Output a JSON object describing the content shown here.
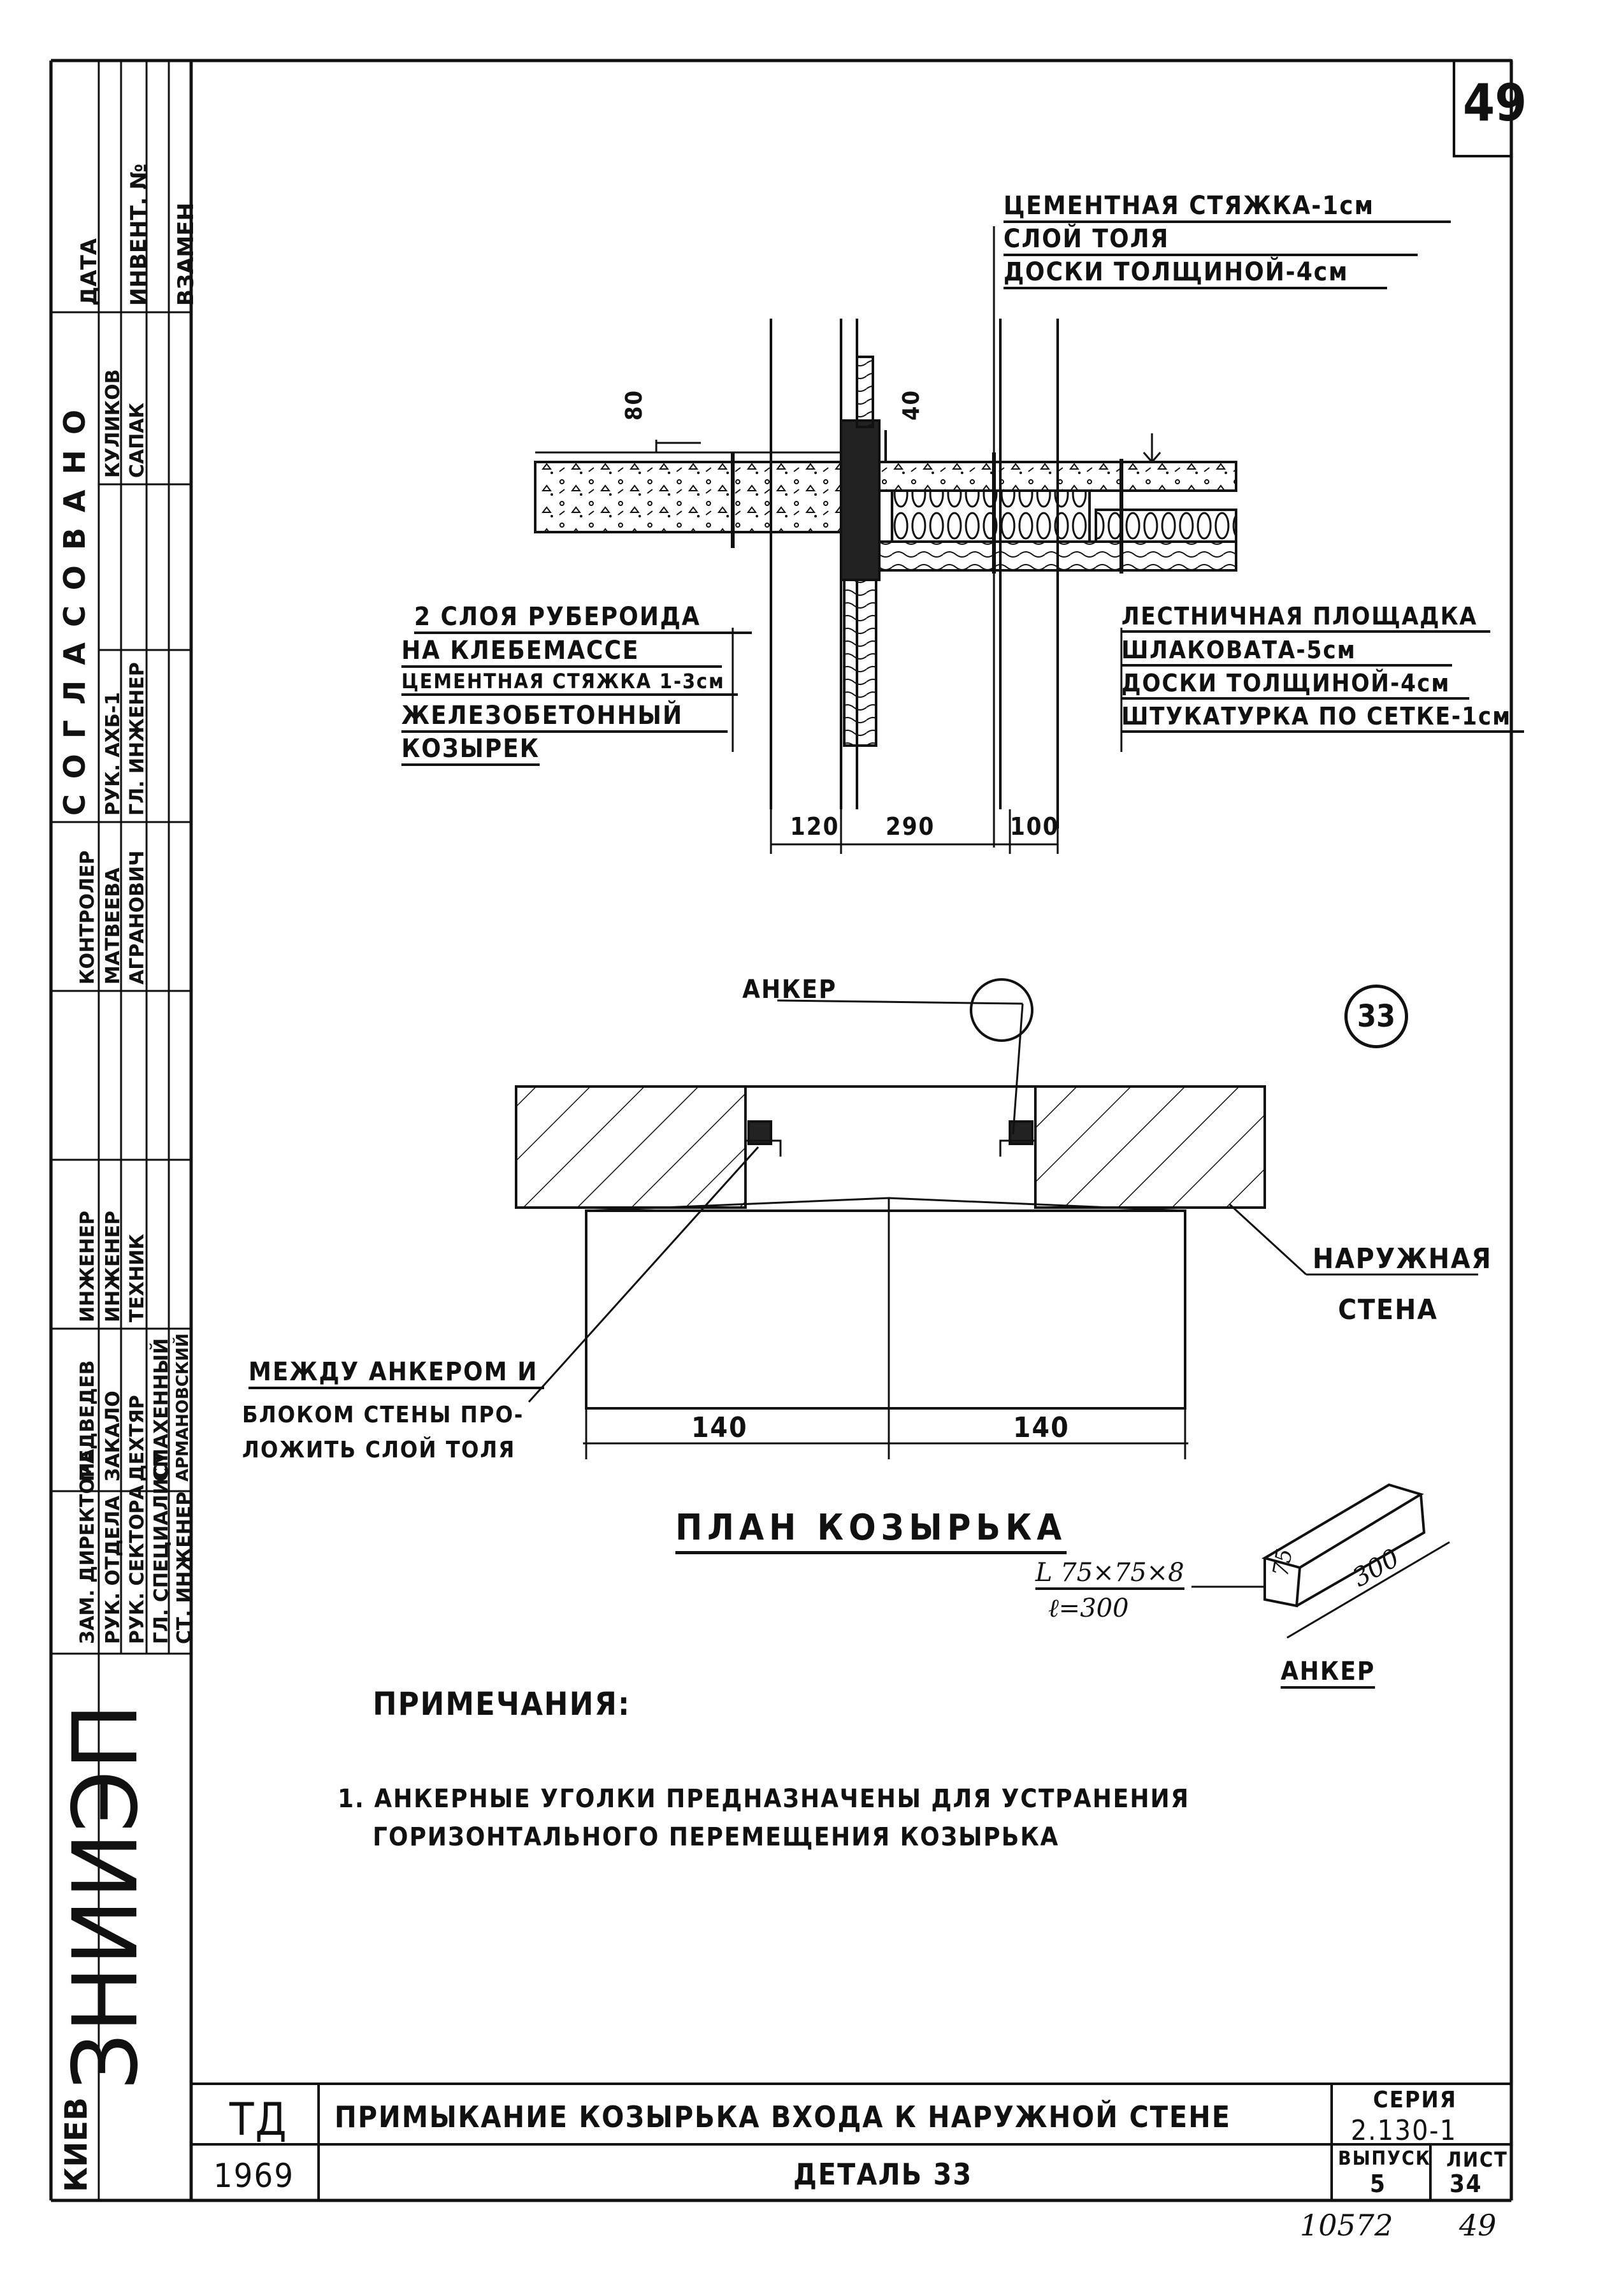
{
  "sheet_number": "49",
  "left_stamp": {
    "org_city": "КИЕВ",
    "org_name": "ЗНИИЭП",
    "columns": {
      "col1": [
        "ЗАМ. ДИРЕКТОРА",
        "РУК. ОТДЕЛА",
        "РУК. СЕКТОРА",
        "ГЛ. СПЕЦИАЛИСТ",
        "СТ. ИНЖЕНЕР",
        "ИНЖЕНЕР",
        "ИНЖЕНЕР",
        "ТЕХНИК"
      ],
      "col2": [
        "МЕДВЕДЕВ",
        "ЗАКАЛО",
        "ДЕХТЯР",
        "СМАХЕННЫЙ",
        "АРМАНОВСКИЙ",
        "ИНЖЕНЕР",
        "ИНЖЕНЕР",
        "ТЕХНИК"
      ],
      "names": [
        "КОНТРОЛЕР",
        "МАТВЕЕВА",
        "АГРАНОВИЧ"
      ]
    },
    "agreed_title": "СОГЛАСОВАНО",
    "agreed_rows": [
      "РУК. АХБ-1",
      "ГЛ. ИНЖЕНЕР"
    ],
    "agreed_names": [
      "КУЛИКОВ",
      "САПАК"
    ],
    "header_cells": [
      "ДАТА",
      "ИНВЕНТ. №",
      "ВЗАМЕН"
    ]
  },
  "section": {
    "top_layers": [
      "ЦЕМЕНТНАЯ СТЯЖКА-1см",
      "СЛОЙ ТОЛЯ",
      "ДОСКИ ТОЛЩИНОЙ-4см"
    ],
    "left_layers": [
      "2 СЛОЯ РУБЕРОИДА",
      "НА КЛЕБЕМАССЕ",
      "ЦЕМЕНТНАЯ СТЯЖКА 1-3см",
      "ЖЕЛЕЗОБЕТОННЫЙ",
      "КОЗЫРЕК"
    ],
    "right_layers": [
      "ЛЕСТНИЧНАЯ ПЛОЩАДКА",
      "ШЛАКОВАТА-5см",
      "ДОСКИ ТОЛЩИНОЙ-4см",
      "ШТУКАТУРКА ПО СЕТКЕ-1см"
    ],
    "dim_80": "80",
    "dim_40": "40",
    "dims": [
      "120",
      "290",
      "100"
    ]
  },
  "plan": {
    "anchor_label": "АНКЕР",
    "detail_ref": "33",
    "outer_wall_1": "НАРУЖНАЯ",
    "outer_wall_2": "СТЕНА",
    "note_lines": [
      "МЕЖДУ АНКЕРОМ И",
      "БЛОКОМ СТЕНЫ ПРО-",
      "ЛОЖИТЬ СЛОЙ ТОЛЯ"
    ],
    "dims": [
      "140",
      "140"
    ],
    "title": "ПЛАН КОЗЫРЬКА"
  },
  "angle": {
    "profile": "L 75×75×8",
    "length": "ℓ=300",
    "dim_75": "75",
    "dim_300": "300",
    "caption": "АНКЕР"
  },
  "notes": {
    "heading": "ПРИМЕЧАНИЯ:",
    "line1": "1. АНКЕРНЫЕ УГОЛКИ ПРЕДНАЗНАЧЕНЫ ДЛЯ УСТРАНЕНИЯ",
    "line2": "ГОРИЗОНТАЛЬНОГО ПЕРЕМЕЩЕНИЯ КОЗЫРЬКА"
  },
  "title_block": {
    "td": "ТД",
    "year": "1969",
    "title": "ПРИМЫКАНИЕ КОЗЫРЬКА ВХОДА К НАРУЖНОЙ СТЕНЕ",
    "subtitle": "ДЕТАЛЬ 33",
    "series_label": "СЕРИЯ",
    "series_value": "2.130-1",
    "issue_label": "ВЫПУСК",
    "issue_value": "5",
    "sheet_label": "ЛИСТ",
    "sheet_value": "34"
  },
  "footer": {
    "inventory": "10572",
    "page": "49"
  }
}
